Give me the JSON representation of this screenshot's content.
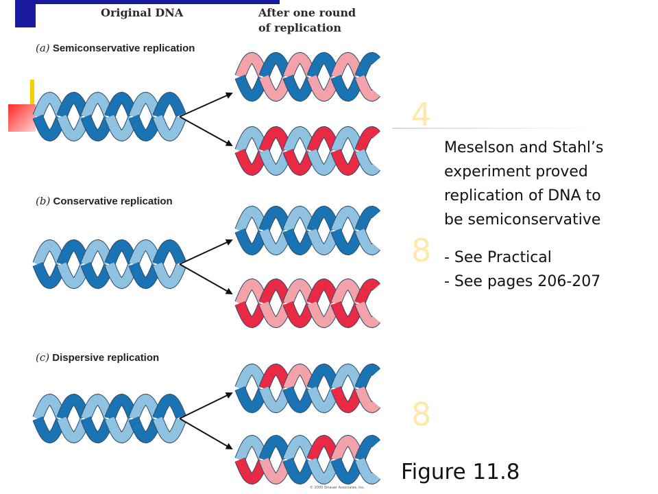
{
  "headers": {
    "original": "Original DNA",
    "after": "After one round\nof replication"
  },
  "panels": [
    {
      "letter": "(a)",
      "title": "Semiconservative replication"
    },
    {
      "letter": "(b)",
      "title": "Conservative replication"
    },
    {
      "letter": "(c)",
      "title": "Dispersive replication"
    }
  ],
  "notes": {
    "line1": "Meselson and Stahl’s",
    "line2": "experiment proved",
    "line3": "replication of DNA to",
    "line4": "be semiconservative",
    "line5": "- See Practical",
    "line6": "- See pages 206-207"
  },
  "caption": "Figure 11.8",
  "copyright": "© 2000 Sinauer Associates, Inc.",
  "colors": {
    "blue_dark": "#1a74b4",
    "blue_light": "#8fc1e0",
    "red_light": "#f2a2a8",
    "red_dark": "#e82a45",
    "slide_blue": "#1a1a9e",
    "slide_yellow": "#f5d000",
    "slide_red": "#ff3b3b"
  },
  "bullets": [
    "4",
    "8",
    "8"
  ]
}
